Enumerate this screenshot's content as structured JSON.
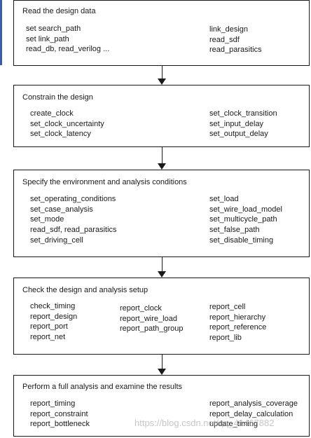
{
  "stages": [
    {
      "title": "Read the design data",
      "columns": [
        [
          "set search_path",
          "set link_path",
          "read_db, read_verilog ..."
        ],
        [
          "link_design",
          "read_sdf",
          "read_parasitics"
        ]
      ]
    },
    {
      "title": "Constrain the design",
      "columns": [
        [
          "create_clock",
          "set_clock_uncertainty",
          "set_clock_latency"
        ],
        [
          "set_clock_transition",
          "set_input_delay",
          "set_output_delay"
        ]
      ]
    },
    {
      "title": "Specify the environment and analysis conditions",
      "columns": [
        [
          "set_operating_conditions",
          "set_case_analysis",
          "set_mode",
          "read_sdf, read_parasitics",
          "set_driving_cell"
        ],
        [
          "set_load",
          "set_wire_load_model",
          "set_multicycle_path",
          "set_false_path",
          "set_disable_timing"
        ]
      ]
    },
    {
      "title": "Check the design and analysis setup",
      "columns": [
        [
          "check_timing",
          "report_design",
          "report_port",
          "report_net"
        ],
        [
          "report_clock",
          "report_wire_load",
          "report_path_group"
        ],
        [
          "report_cell",
          "report_hierarchy",
          "report_reference",
          "report_lib"
        ]
      ]
    },
    {
      "title": "Perform a full analysis and examine the results",
      "columns": [
        [
          "report_timing",
          "report_constraint",
          "report_bottleneck"
        ],
        [
          "report_analysis_coverage",
          "report_delay_calculation",
          "update_timing"
        ]
      ]
    }
  ],
  "watermark": "https://blog.csdn.net/qq_41467882",
  "colors": {
    "border": "#1a1a1a",
    "text": "#1a1a1a",
    "left_accent": "#3b5ca8",
    "watermark": "#969696"
  }
}
